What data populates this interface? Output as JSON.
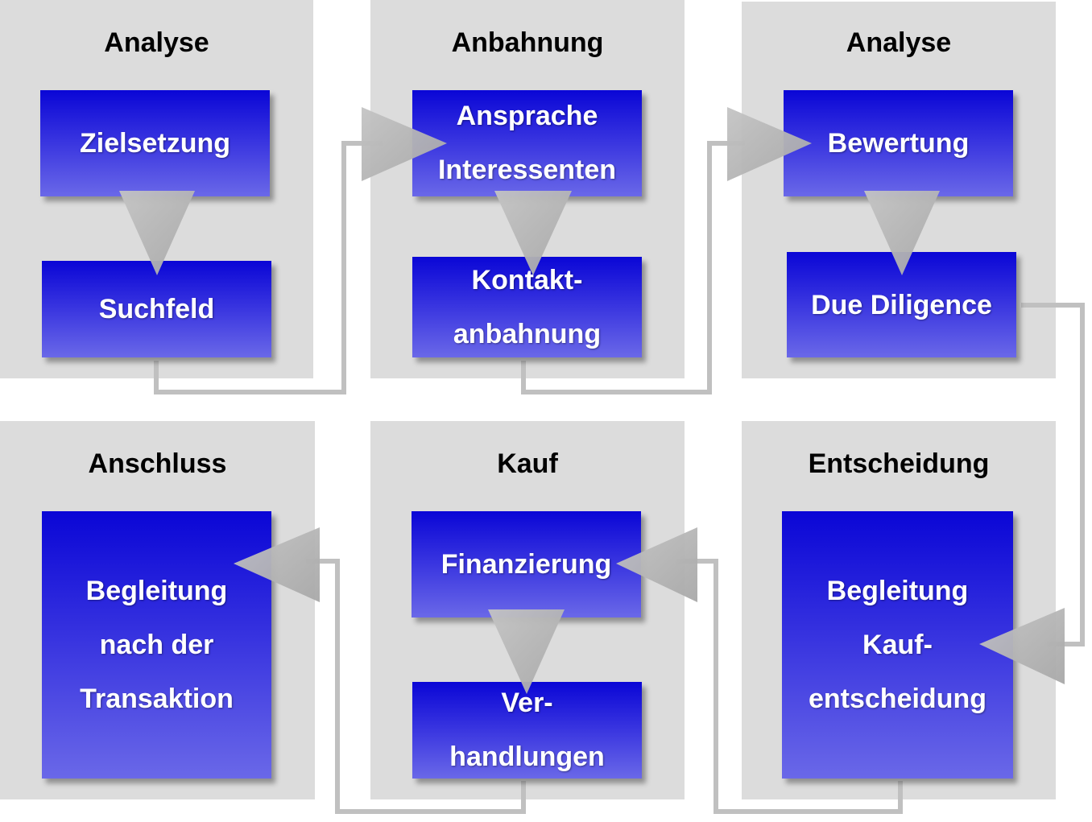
{
  "phases": [
    {
      "title": "Analyse",
      "steps": [
        {
          "lines": [
            "Zielsetzung"
          ]
        },
        {
          "lines": [
            "Suchfeld"
          ]
        }
      ]
    },
    {
      "title": "Anbahnung",
      "steps": [
        {
          "lines": [
            "Ansprache",
            "Interessenten"
          ]
        },
        {
          "lines": [
            "Kontakt-",
            "anbahnung"
          ]
        }
      ]
    },
    {
      "title": "Analyse",
      "steps": [
        {
          "lines": [
            "Bewertung"
          ]
        },
        {
          "lines": [
            "Due Diligence"
          ]
        }
      ]
    },
    {
      "title": "Anschluss",
      "steps": [
        {
          "lines": [
            "Begleitung",
            "nach der",
            "Transaktion"
          ]
        }
      ]
    },
    {
      "title": "Kauf",
      "steps": [
        {
          "lines": [
            "Finanzierung"
          ]
        },
        {
          "lines": [
            "Ver-",
            "handlungen"
          ]
        }
      ]
    },
    {
      "title": "Entscheidung",
      "steps": [
        {
          "lines": [
            "Begleitung",
            "Kauf-",
            "entscheidung"
          ]
        }
      ]
    }
  ],
  "colors": {
    "panel": "#dcdcdc",
    "box_top": "#0a06d6",
    "box_bottom": "#6a68e8",
    "arrow": "#b4b4b4",
    "connector": "#c0c0c0"
  }
}
